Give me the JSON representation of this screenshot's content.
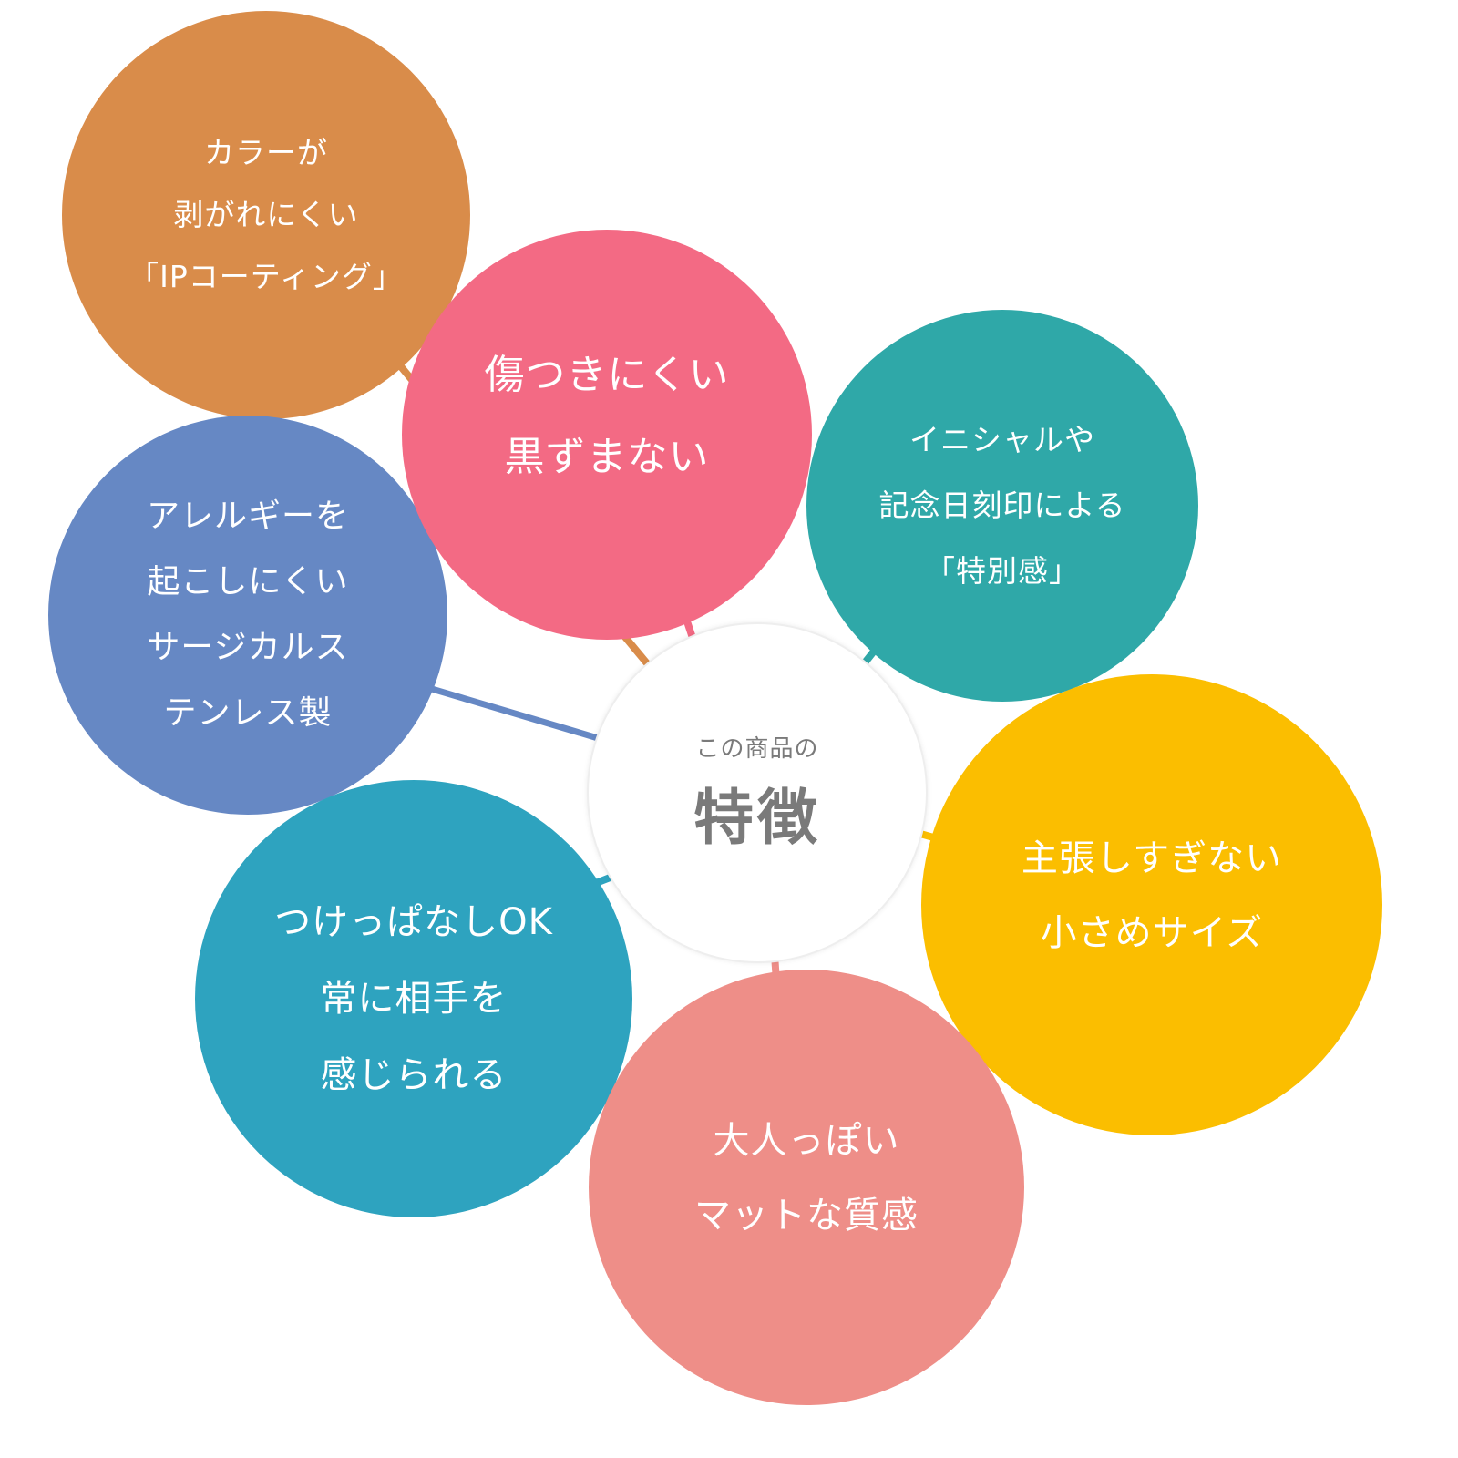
{
  "center": {
    "subtitle": "この商品の",
    "title": "特徴",
    "text_color": "#7a7a7a"
  },
  "features": [
    {
      "id": "coating",
      "color": "#d98c4a",
      "lines": [
        "カラーが",
        "剥がれにくい",
        "「IPコーティング」"
      ]
    },
    {
      "id": "scratch",
      "color": "#f36a84",
      "lines": [
        "傷つきにくい",
        "黒ずまない"
      ]
    },
    {
      "id": "initial",
      "color": "#2fa8a8",
      "lines": [
        "イニシャルや",
        "記念日刻印による",
        "「特別感」"
      ]
    },
    {
      "id": "allergy",
      "color": "#6688c4",
      "lines": [
        "アレルギーを",
        "起こしにくい",
        "サージカルス",
        "テンレス製"
      ]
    },
    {
      "id": "size",
      "color": "#fbbe00",
      "lines": [
        "主張しすぎない",
        "小さめサイズ"
      ]
    },
    {
      "id": "ok",
      "color": "#2ea3bf",
      "lines": [
        "つけっぱなしOK",
        "常に相手を",
        "感じられる"
      ]
    },
    {
      "id": "matte",
      "color": "#ee8e88",
      "lines": [
        "大人っぽい",
        "マットな質感"
      ]
    }
  ]
}
